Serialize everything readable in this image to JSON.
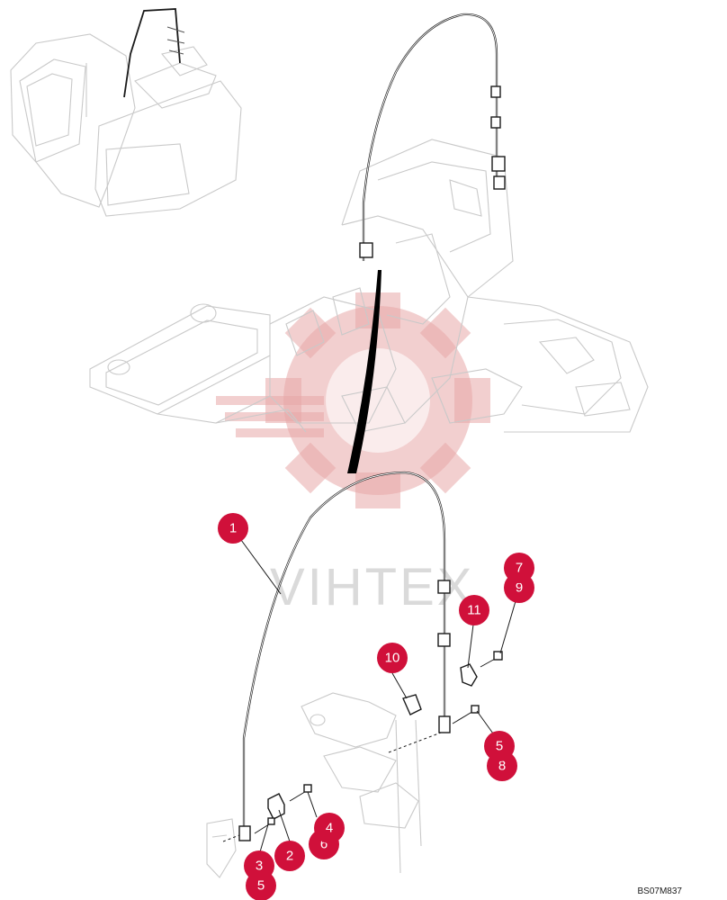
{
  "drawing": {
    "code": "BS07M837",
    "watermark_text": "VIHTEX",
    "accent_color": "#d0103a",
    "watermark_color": "#e7a7a7"
  },
  "callouts": [
    {
      "id": "c1",
      "label": "1"
    },
    {
      "id": "c2",
      "label": "2"
    },
    {
      "id": "c3",
      "label": "3"
    },
    {
      "id": "c4",
      "label": "4"
    },
    {
      "id": "c5a",
      "label": "5"
    },
    {
      "id": "c5b",
      "label": "5"
    },
    {
      "id": "c6",
      "label": "6"
    },
    {
      "id": "c7",
      "label": "7"
    },
    {
      "id": "c8",
      "label": "8"
    },
    {
      "id": "c9",
      "label": "9"
    },
    {
      "id": "c10",
      "label": "10"
    },
    {
      "id": "c11",
      "label": "11"
    }
  ]
}
